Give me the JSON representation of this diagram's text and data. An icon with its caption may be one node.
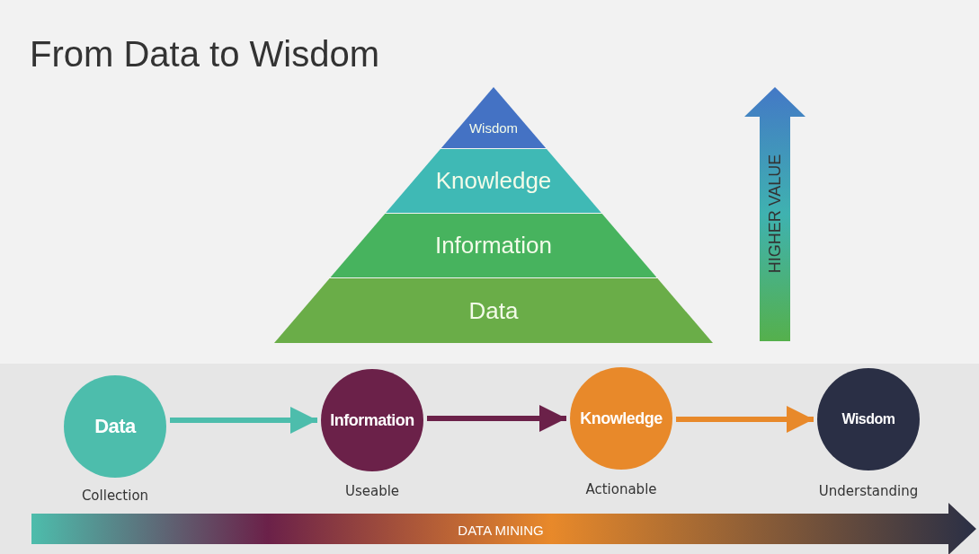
{
  "diagram": {
    "title": "From Data to Wisdom",
    "nodes": [
      {
        "text": [
          "Wisdom"
        ]
      },
      {
        "text": [
          "Knowledge"
        ]
      },
      {
        "text": [
          "Information"
        ]
      },
      {
        "text": [
          "Data"
        ]
      },
      {
        "text": [
          "Data"
        ],
        "beside": [
          "Collection"
        ]
      },
      {
        "text": [
          "Information"
        ],
        "beside": [
          "Useable"
        ]
      },
      {
        "text": [
          "Knowledge"
        ],
        "beside": [
          "Actionable"
        ]
      },
      {
        "text": [
          "Wisdom"
        ],
        "beside": [
          "Understanding"
        ]
      }
    ],
    "edges": [
      {
        "from": 4,
        "to": 5,
        "arrow": "to",
        "color": "#4dbdac"
      },
      {
        "from": 5,
        "to": 6,
        "arrow": "to",
        "color": "#6b2149"
      },
      {
        "from": 6,
        "to": 7,
        "arrow": "to",
        "color": "#e8892a"
      }
    ],
    "labels": [
      "HIGHER VALUE",
      "DATA MINING"
    ]
  }
}
